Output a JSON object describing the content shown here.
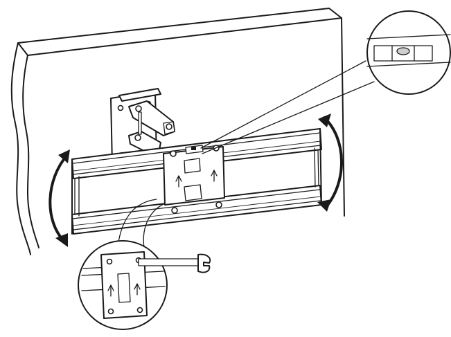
{
  "diagram": {
    "scene": "tv-wall-mount-level-adjustment",
    "icons": {
      "wall": "wall-panel",
      "mount": "articulating-arm-bracket",
      "level": "bubble-level-icon",
      "wrench": "wrench-icon",
      "rotate": "curved-double-arrow-icon",
      "up": "up-arrow-icon"
    },
    "colors": {
      "line": "#1a1a1a",
      "fill": "#ffffff",
      "shade": "#cfcfcf"
    }
  }
}
